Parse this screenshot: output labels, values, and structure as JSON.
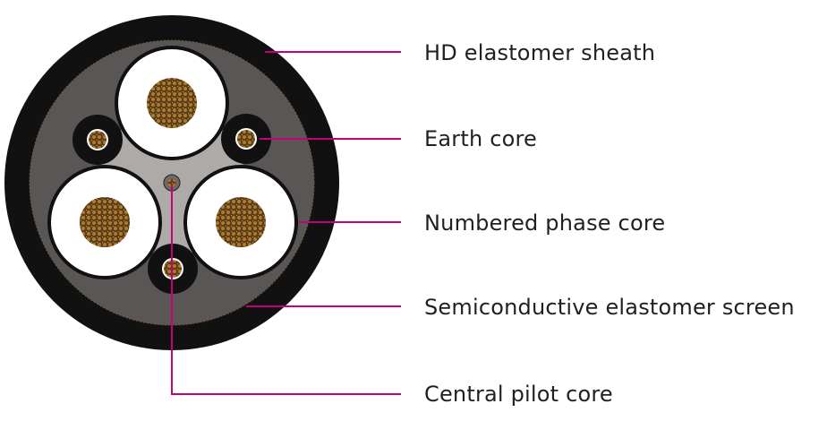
{
  "labels": {
    "sheath": "HD elastomer sheath",
    "earth": "Earth core",
    "phase": "Numbered phase core",
    "screen": "Semiconductive elastomer screen",
    "pilot": "Central pilot core"
  },
  "colors": {
    "leader": "#c4007a",
    "sheath": "#111111",
    "screen": "#5a5655",
    "filler": "#aeaaa8",
    "insulation": "#ffffff",
    "conductor": "#6b4a1c"
  }
}
